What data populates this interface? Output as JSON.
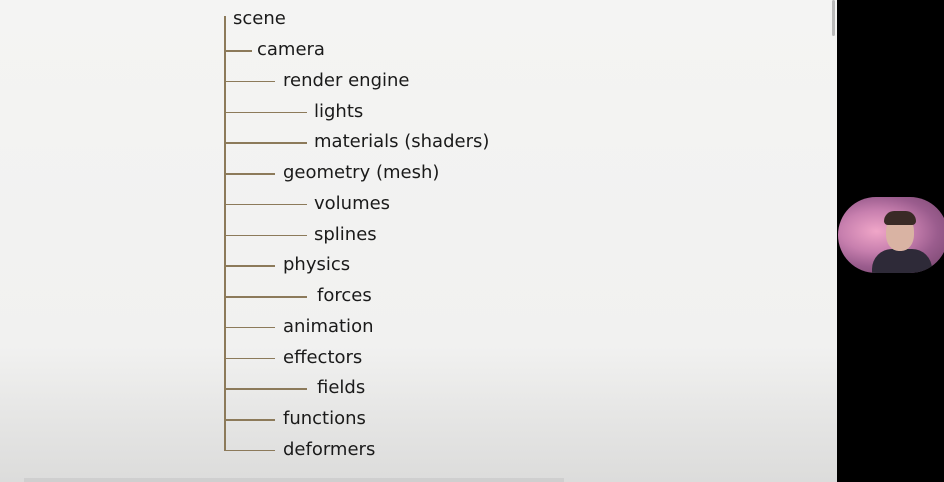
{
  "tree": {
    "root": "scene",
    "nodes": [
      {
        "label": "camera",
        "depth": 1
      },
      {
        "label": "render engine",
        "depth": 2
      },
      {
        "label": "lights",
        "depth": 3
      },
      {
        "label": "materials (shaders)",
        "depth": 3
      },
      {
        "label": "geometry (mesh)",
        "depth": 2
      },
      {
        "label": "volumes",
        "depth": 3
      },
      {
        "label": "splines",
        "depth": 3
      },
      {
        "label": "physics",
        "depth": 2
      },
      {
        "label": "forces",
        "depth": 3
      },
      {
        "label": "animation",
        "depth": 2
      },
      {
        "label": "effectors",
        "depth": 2
      },
      {
        "label": "fields",
        "depth": 3
      },
      {
        "label": "functions",
        "depth": 2
      },
      {
        "label": "deformers",
        "depth": 2
      }
    ]
  },
  "colors": {
    "connector": "#8c7a5a",
    "text": "#1a1a1a",
    "slide_background": "#f4f4f3"
  },
  "webcam": {
    "icon": "person-avatar"
  }
}
